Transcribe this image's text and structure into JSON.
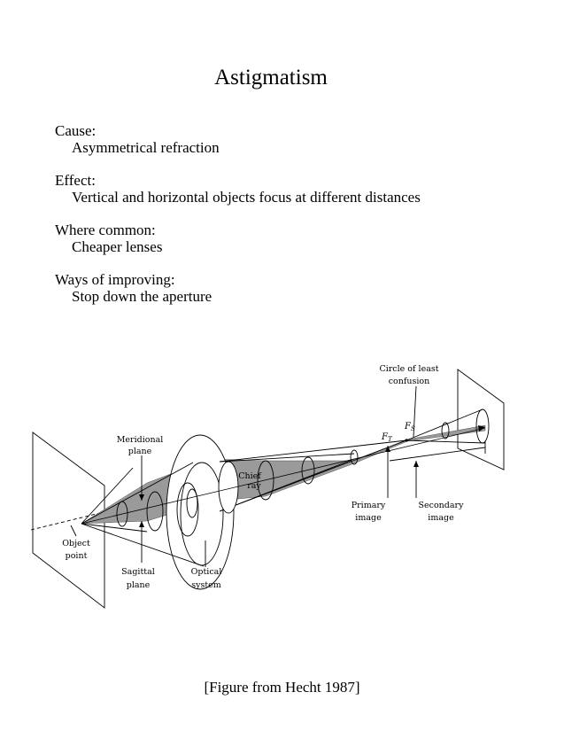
{
  "title": "Astigmatism",
  "items": [
    {
      "heading": "Cause:",
      "text": "Asymmetrical refraction"
    },
    {
      "heading": "Effect:",
      "text": "Vertical and horizontal objects focus at different distances"
    },
    {
      "heading": "Where common:",
      "text": "Cheaper lenses"
    },
    {
      "heading": "Ways of improving:",
      "text": "Stop down the aperture"
    }
  ],
  "figure": {
    "labels": {
      "circle_line1": "Circle of least",
      "circle_line2": "confusion",
      "meridional_line1": "Meridional",
      "meridional_line2": "plane",
      "chief_line1": "Chief",
      "chief_line2": "ray",
      "ft": "F",
      "ft_sub": "T",
      "fs": "F",
      "fs_sub": "S",
      "primary_line1": "Primary",
      "primary_line2": "image",
      "secondary_line1": "Secondary",
      "secondary_line2": "image",
      "object_line1": "Object",
      "object_line2": "point",
      "sagittal_line1": "Sagittal",
      "sagittal_line2": "plane",
      "optical_line1": "Optical",
      "optical_line2": "system"
    }
  },
  "caption": "[Figure from Hecht 1987]"
}
